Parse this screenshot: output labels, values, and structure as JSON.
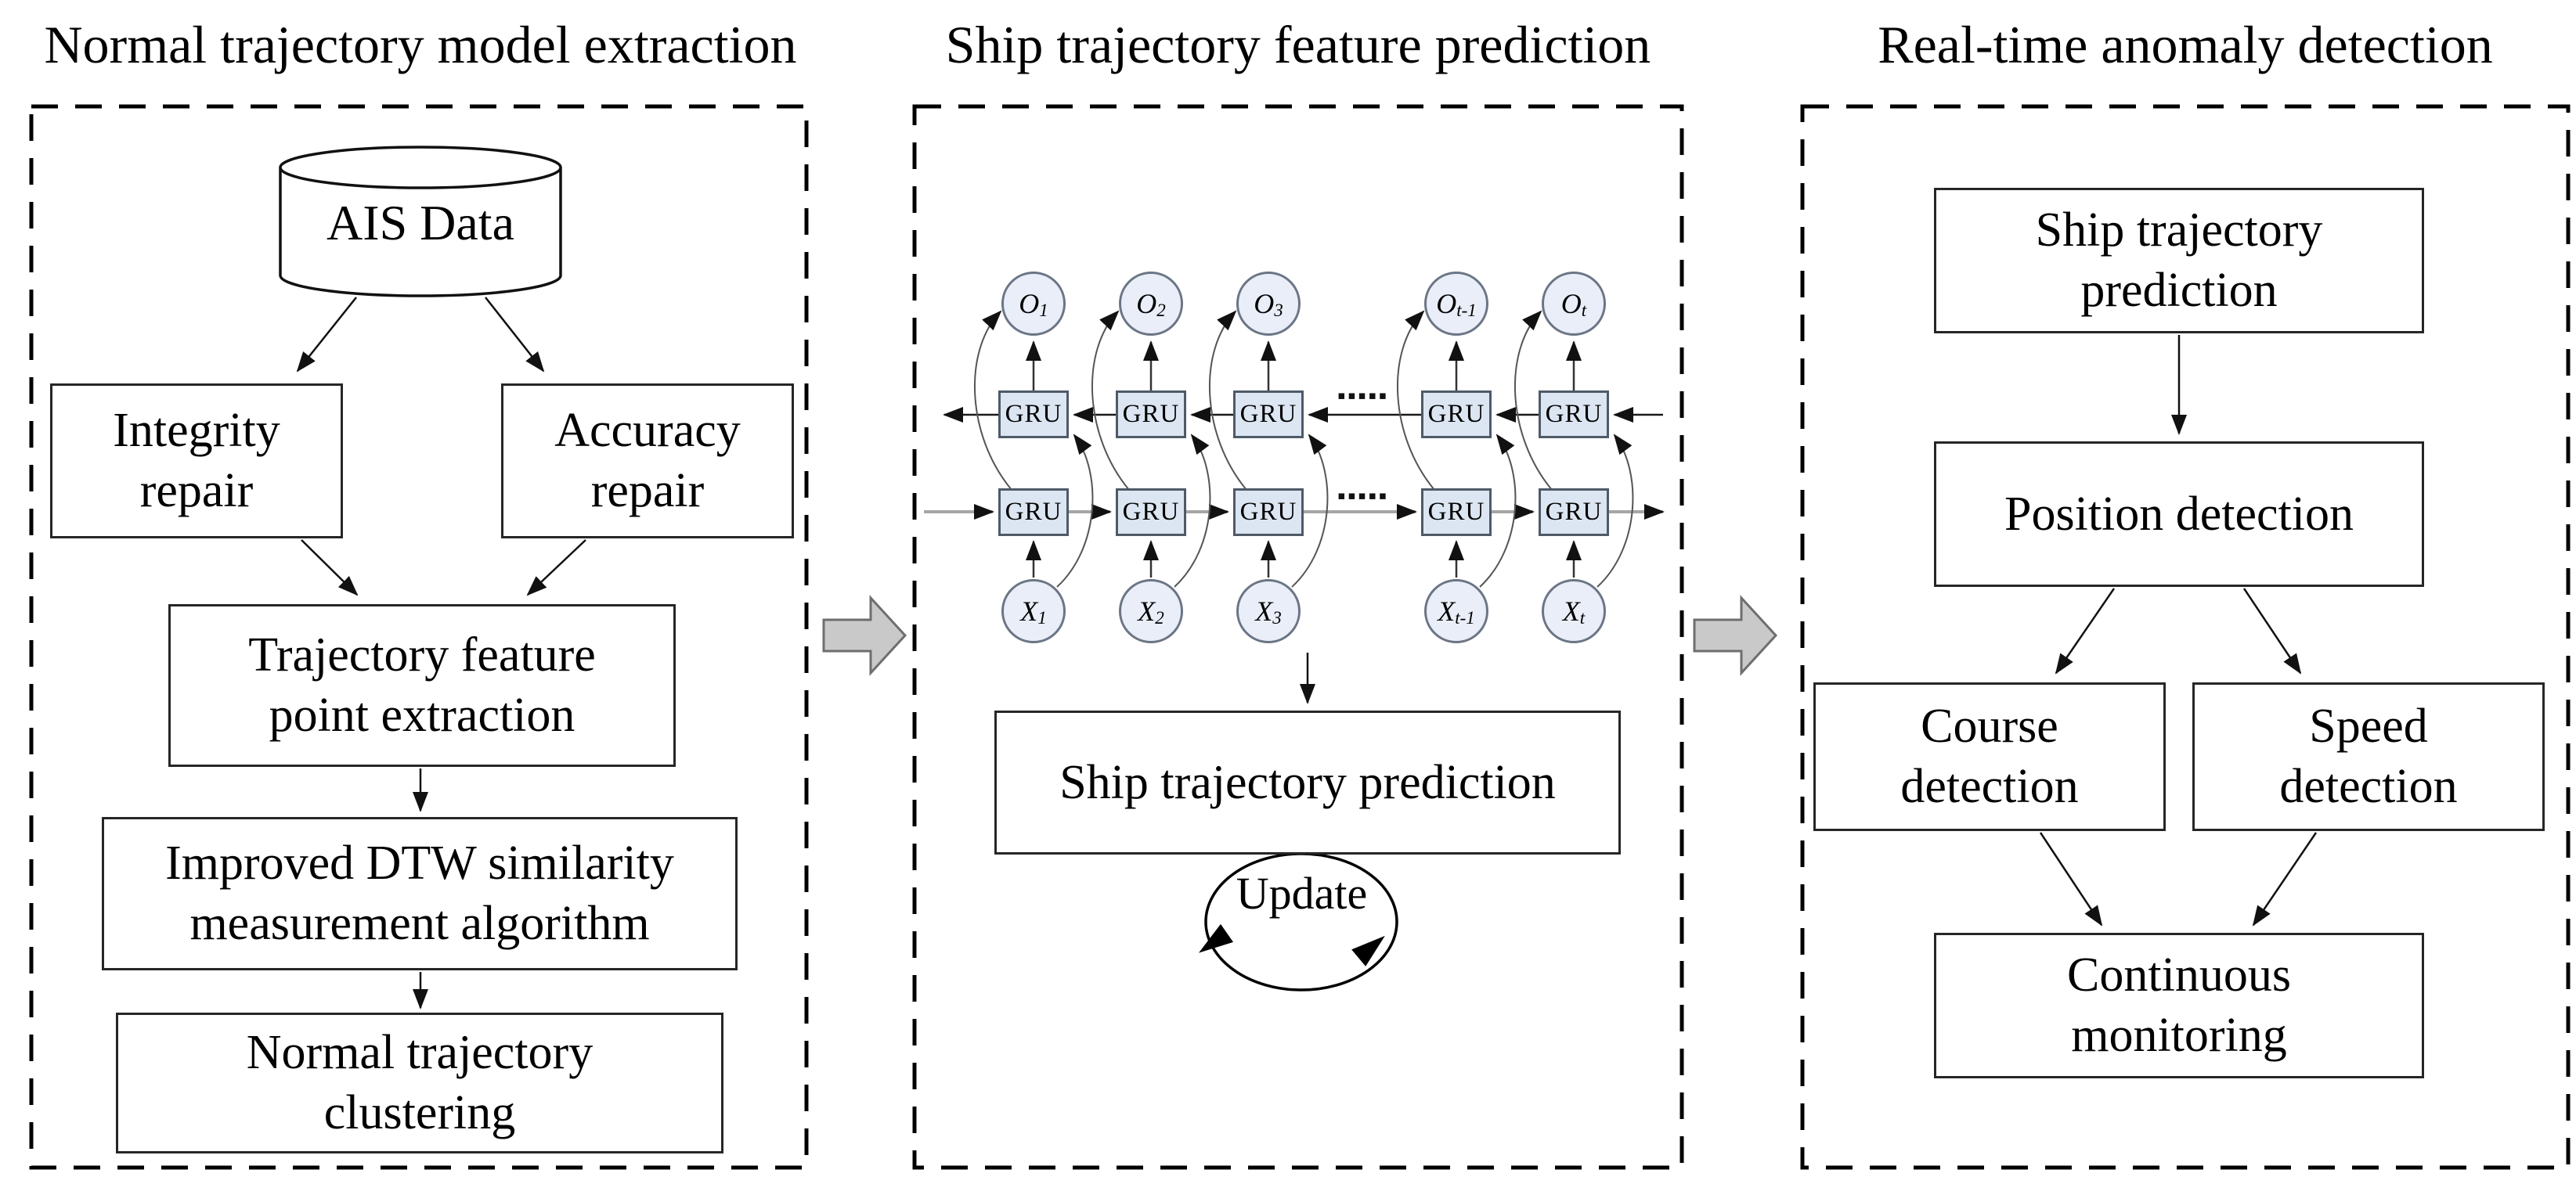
{
  "panel1": {
    "title": "Normal trajectory model extraction",
    "database_label": "AIS Data",
    "integrity": {
      "line1": "Integrity",
      "line2": "repair"
    },
    "accuracy": {
      "line1": "Accuracy",
      "line2": "repair"
    },
    "feature": {
      "line1": "Trajectory feature",
      "line2": "point extraction"
    },
    "dtw": {
      "line1": "Improved DTW similarity",
      "line2": "measurement algorithm"
    },
    "clustering": {
      "line1": "Normal trajectory",
      "line2": "clustering"
    }
  },
  "panel2": {
    "title": "Ship trajectory feature prediction",
    "gru_label": "GRU",
    "ellipsis": "▪▪▪▪▪",
    "columns": [
      {
        "output": {
          "main": "O",
          "sub": "1"
        },
        "input": {
          "main": "X",
          "sub": "1"
        }
      },
      {
        "output": {
          "main": "O",
          "sub": "2"
        },
        "input": {
          "main": "X",
          "sub": "2"
        }
      },
      {
        "output": {
          "main": "O",
          "sub": "3"
        },
        "input": {
          "main": "X",
          "sub": "3"
        }
      },
      {
        "output": {
          "main": "O",
          "sub": "t-1"
        },
        "input": {
          "main": "X",
          "sub": "t-1"
        }
      },
      {
        "output": {
          "main": "O",
          "sub": "t"
        },
        "input": {
          "main": "X",
          "sub": "t"
        }
      }
    ],
    "prediction_box": "Ship trajectory prediction",
    "update_label": "Update"
  },
  "panel3": {
    "title": "Real-time anomaly detection",
    "prediction": {
      "line1": "Ship trajectory",
      "line2": "prediction"
    },
    "position": {
      "line1": "Position detection"
    },
    "course": {
      "line1": "Course",
      "line2": "detection"
    },
    "speed": {
      "line1": "Speed",
      "line2": "detection"
    },
    "monitoring": {
      "line1": "Continuous",
      "line2": "monitoring"
    }
  },
  "colors": {
    "node_fill": "#e9eef8",
    "gru_fill": "#dce6f2",
    "block_arrow_fill": "#c9c9c9",
    "line": "#000000"
  }
}
